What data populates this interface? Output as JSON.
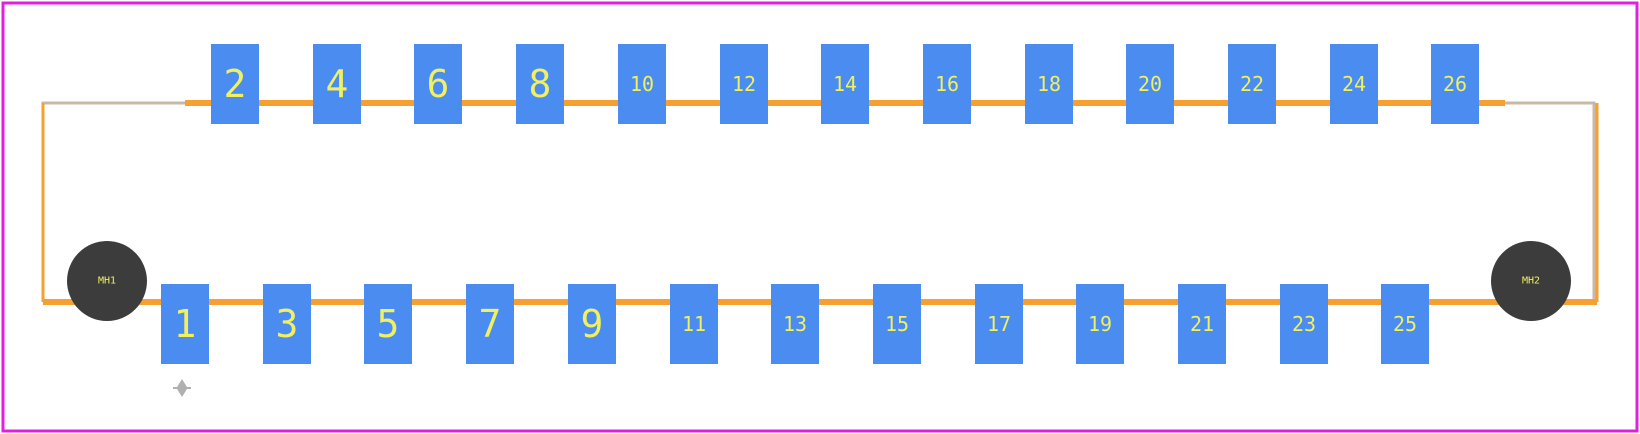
{
  "colors": {
    "board_border": "#e020e0",
    "silkscreen": "#f5a030",
    "courtyard": "#c8b8a8",
    "pad": "#4a8cf0",
    "pad_label": "#f0f060",
    "mounting_hole": "#3c3c3c",
    "mh_label": "#f0f060",
    "origin_marker": "#b0b0b0"
  },
  "pads_top": [
    "2",
    "4",
    "6",
    "8",
    "10",
    "12",
    "14",
    "16",
    "18",
    "20",
    "22",
    "24",
    "26"
  ],
  "pads_bottom": [
    "1",
    "3",
    "5",
    "7",
    "9",
    "11",
    "13",
    "15",
    "17",
    "19",
    "21",
    "23",
    "25"
  ],
  "mounting_holes": [
    {
      "label": "MH1"
    },
    {
      "label": "MH2"
    }
  ]
}
